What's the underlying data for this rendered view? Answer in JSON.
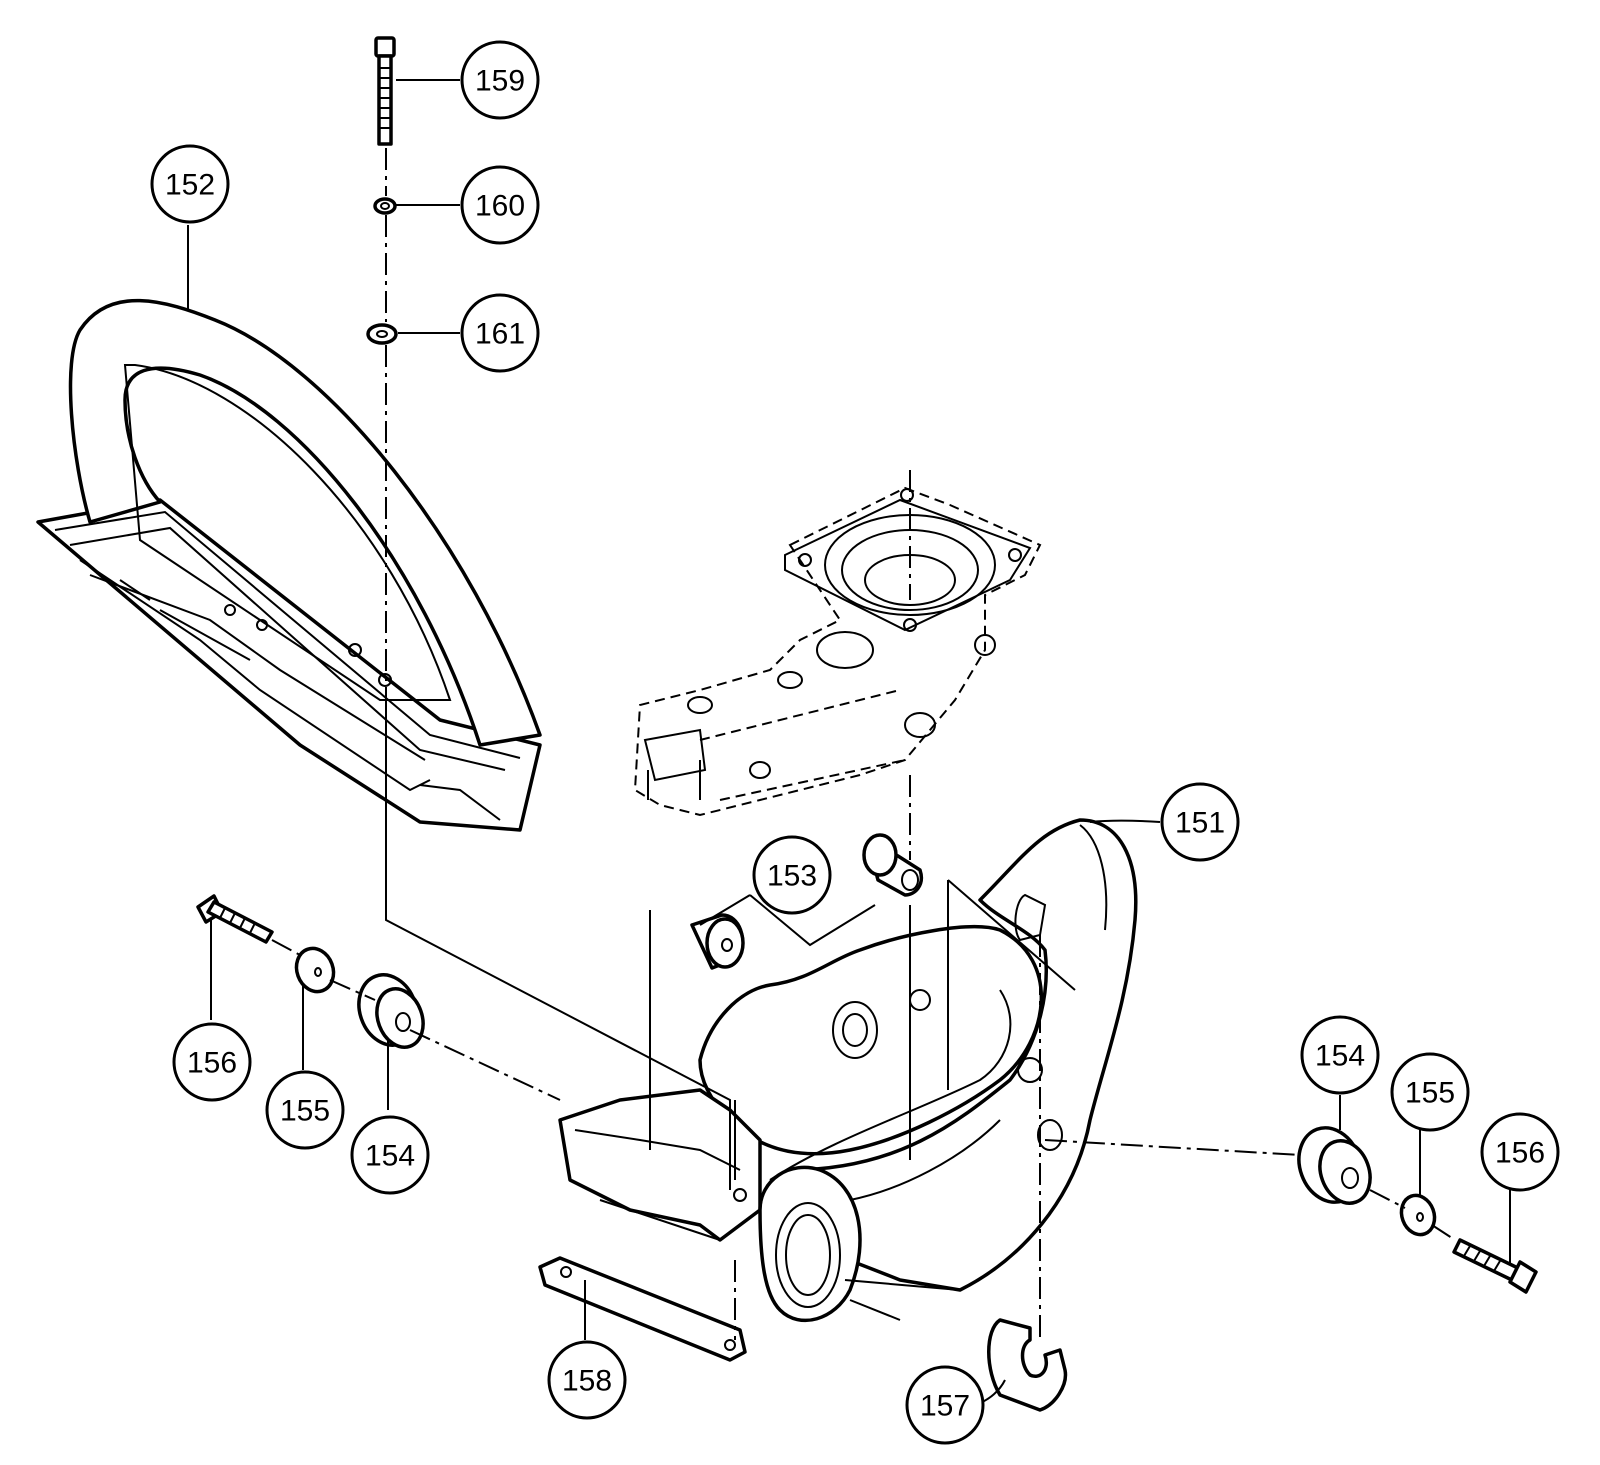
{
  "diagram": {
    "callouts": [
      {
        "id": "c159",
        "label": "159"
      },
      {
        "id": "c160",
        "label": "160"
      },
      {
        "id": "c161",
        "label": "161"
      },
      {
        "id": "c152",
        "label": "152"
      },
      {
        "id": "c151",
        "label": "151"
      },
      {
        "id": "c153",
        "label": "153"
      },
      {
        "id": "c156a",
        "label": "156"
      },
      {
        "id": "c155a",
        "label": "155"
      },
      {
        "id": "c154a",
        "label": "154"
      },
      {
        "id": "c154b",
        "label": "154"
      },
      {
        "id": "c155b",
        "label": "155"
      },
      {
        "id": "c156b",
        "label": "156"
      },
      {
        "id": "c158",
        "label": "158"
      },
      {
        "id": "c157",
        "label": "157"
      }
    ]
  }
}
